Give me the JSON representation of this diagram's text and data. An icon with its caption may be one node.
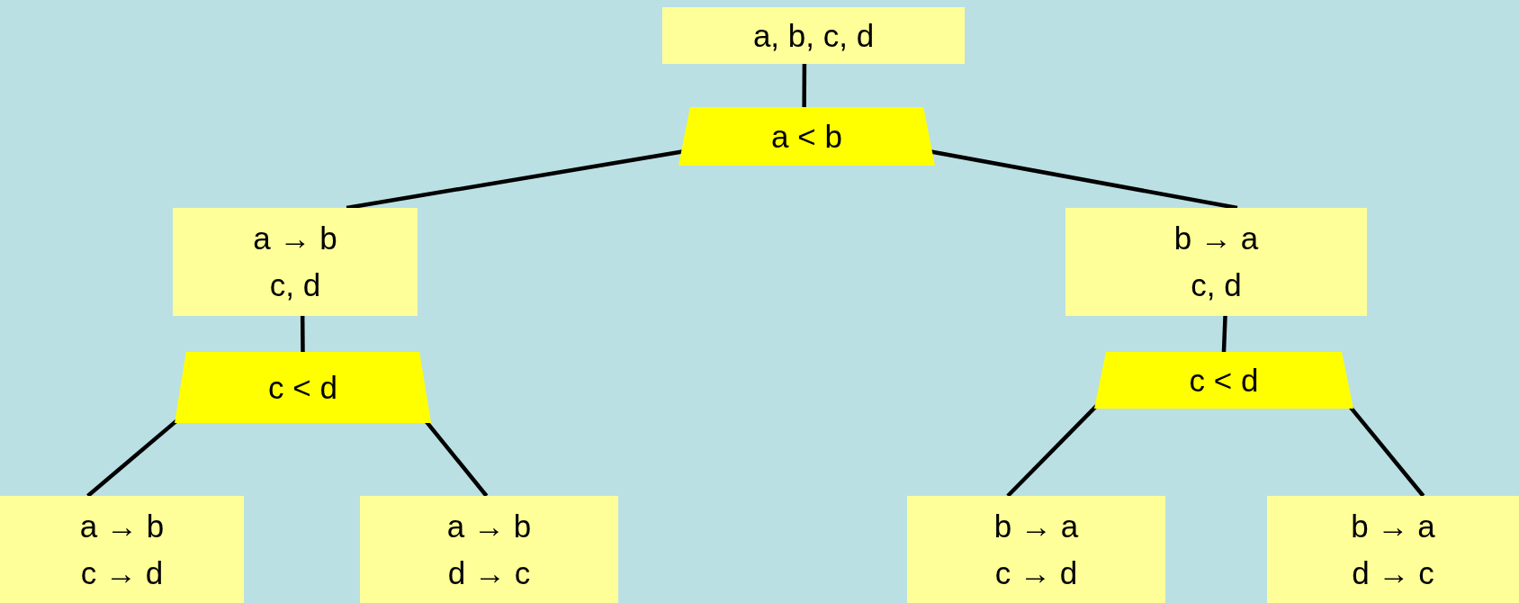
{
  "diagram": {
    "nodes": [
      {
        "text": [
          "a, b, c, d"
        ]
      },
      {
        "text": [
          "a < b"
        ]
      },
      {
        "text": [
          "a → b",
          "c, d"
        ]
      },
      {
        "text": [
          "c < d"
        ]
      },
      {
        "text": [
          "a → b",
          "c → d"
        ]
      },
      {
        "text": [
          "a → b",
          "d → c"
        ]
      },
      {
        "text": [
          "b → a",
          "c, d"
        ]
      },
      {
        "text": [
          "c < d"
        ]
      },
      {
        "text": [
          "b → a",
          "c → d"
        ]
      },
      {
        "text": [
          "b → a",
          "d → c"
        ]
      }
    ],
    "edges": [
      {
        "from": 0,
        "to": 1,
        "arrow": "none"
      },
      {
        "from": 1,
        "to": 2,
        "arrow": "none"
      },
      {
        "from": 1,
        "to": 6,
        "arrow": "none"
      },
      {
        "from": 2,
        "to": 3,
        "arrow": "none"
      },
      {
        "from": 3,
        "to": 4,
        "arrow": "none"
      },
      {
        "from": 3,
        "to": 5,
        "arrow": "none"
      },
      {
        "from": 6,
        "to": 7,
        "arrow": "none"
      },
      {
        "from": 7,
        "to": 8,
        "arrow": "none"
      },
      {
        "from": 7,
        "to": 9,
        "arrow": "none"
      }
    ]
  }
}
